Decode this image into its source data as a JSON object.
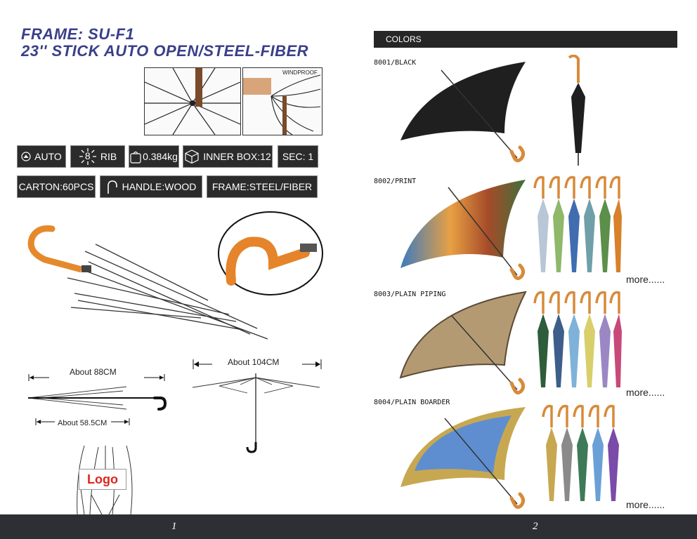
{
  "header": {
    "frame_line": "FRAME: SU-F1",
    "spec_line": "23'' STICK AUTO OPEN/STEEL-FIBER"
  },
  "photos": {
    "windproof_label": "WINDPROOF"
  },
  "specs": {
    "row1": [
      {
        "icon": "auto-open-icon",
        "label": "AUTO"
      },
      {
        "icon": "rib-icon",
        "rib_count": "8",
        "label": "RIB"
      },
      {
        "icon": "weight-icon",
        "label": "0.384kg"
      },
      {
        "icon": "box-icon",
        "label": "INNER BOX:12"
      },
      {
        "icon": "",
        "label": "SEC: 1"
      }
    ],
    "row2": [
      {
        "icon": "",
        "label": "CARTON:60PCS"
      },
      {
        "icon": "handle-icon",
        "label": "HANDLE:WOOD"
      },
      {
        "icon": "",
        "label": "FRAME:STEEL/FIBER"
      }
    ]
  },
  "dimensions": {
    "closed_length": "About  88CM",
    "folded_length": "About  58.5CM",
    "open_diameter": "About  104CM"
  },
  "logo_badge": "Logo",
  "colors_section": {
    "title": "COLORS",
    "variants": [
      {
        "code": "8001/BLACK",
        "color": "#1f1f1f",
        "more": ""
      },
      {
        "code": "8002/PRINT",
        "color": "#c46a2c",
        "more": "more......"
      },
      {
        "code": "8003/PLAIN PIPING",
        "color": "#b49a72",
        "more": "more......"
      },
      {
        "code": "8004/PLAIN BOARDER",
        "color": "#5f8ed0",
        "more": "more......"
      }
    ]
  },
  "colors": {
    "accent": "#3a3f8a",
    "footer": "#2c3034",
    "wood": "#d88a3a"
  },
  "page_numbers": {
    "left": "1",
    "right": "2"
  }
}
